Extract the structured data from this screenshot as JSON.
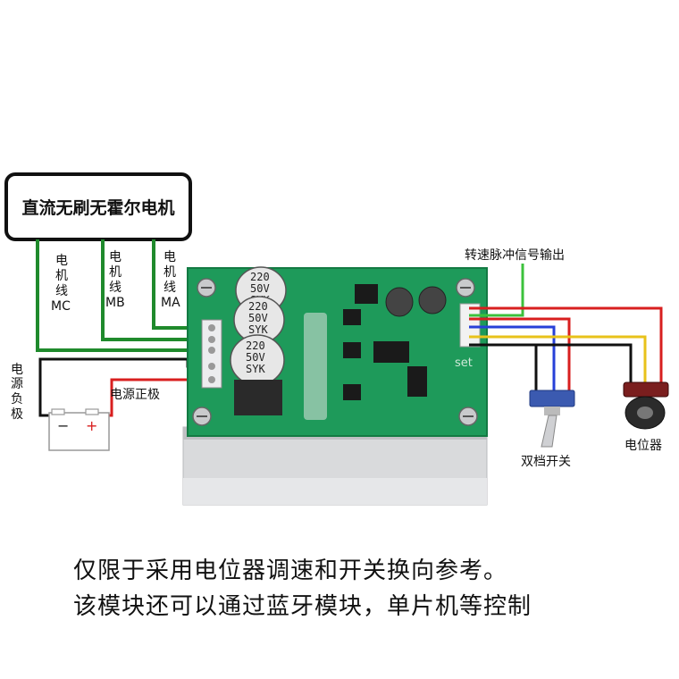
{
  "motor": {
    "title": "直流无刷无霍尔电机"
  },
  "motor_wires": [
    {
      "lines": [
        "电",
        "机",
        "线",
        "MC"
      ]
    },
    {
      "lines": [
        "电",
        "机",
        "线",
        "MB"
      ]
    },
    {
      "lines": [
        "电",
        "机",
        "线",
        "MA"
      ]
    }
  ],
  "power": {
    "negative_label": [
      "电",
      "源",
      "负",
      "极"
    ],
    "positive_label": "电源正极",
    "battery_minus": "−",
    "battery_plus": "+"
  },
  "board": {
    "capacitor_text": [
      "220",
      "50V",
      "SYK"
    ],
    "silk_set": "set"
  },
  "signal_label": "转速脉冲信号输出",
  "switch_label": "双档开关",
  "pot_label": "电位器",
  "notes": [
    "仅限于采用电位器调速和开关换向参考。",
    "该模块还可以通过蓝牙模块，单片机等控制"
  ],
  "colors": {
    "wire_green": "#1f8a2c",
    "wire_signal_green": "#3cc13c",
    "wire_red": "#d81f1f",
    "wire_blue": "#2740d8",
    "wire_yellow": "#e8c21a",
    "wire_black": "#111111",
    "pcb_green": "#1e9a5a",
    "heatsink": "#d9dadc"
  }
}
